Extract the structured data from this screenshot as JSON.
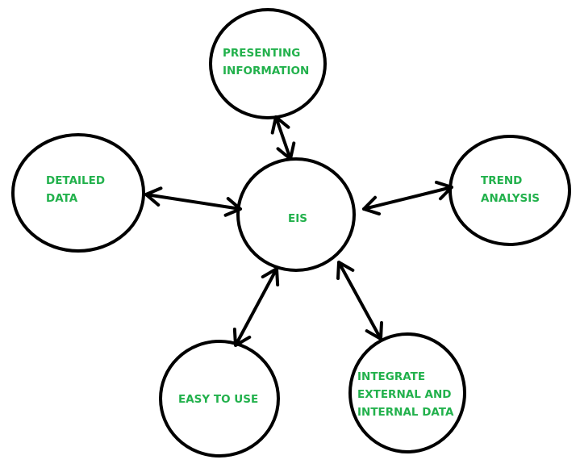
{
  "colors": {
    "text": "#22b14c",
    "stroke": "#000000"
  },
  "nodes": {
    "center": {
      "lines": [
        "EIS"
      ]
    },
    "presenting": {
      "lines": [
        "PRESENTING",
        "INFORMATION"
      ]
    },
    "detailed": {
      "lines": [
        "DETAILED",
        "DATA"
      ]
    },
    "trend": {
      "lines": [
        "TREND",
        "ANALYSIS"
      ]
    },
    "easy": {
      "lines": [
        "EASY TO USE"
      ]
    },
    "integrate": {
      "lines": [
        "INTEGRATE",
        "EXTERNAL AND",
        "INTERNAL DATA"
      ]
    }
  }
}
